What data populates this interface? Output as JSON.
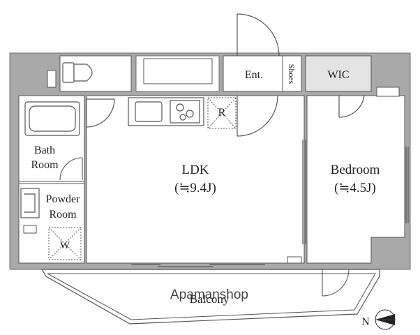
{
  "rooms": {
    "ldk": {
      "name": "LDK",
      "size": "(≒9.4J)"
    },
    "bedroom": {
      "name": "Bedroom",
      "size": "(≒4.5J)"
    },
    "bath": {
      "line1": "Bath",
      "line2": "Room"
    },
    "powder": {
      "line1": "Powder",
      "line2": "Room"
    },
    "entrance": "Ent.",
    "shoes": "Shoes",
    "wic": "WIC",
    "refrigerator": "R",
    "washer": "W",
    "balcony": "Balcony"
  },
  "watermark": "Apamanshop",
  "compass": {
    "label": "N"
  },
  "colors": {
    "wall": "#a9a9a9",
    "wall_edge": "#6f6f6f",
    "line": "#555555",
    "wic_fill": "#e4e4e4",
    "watermark": "#444444"
  }
}
